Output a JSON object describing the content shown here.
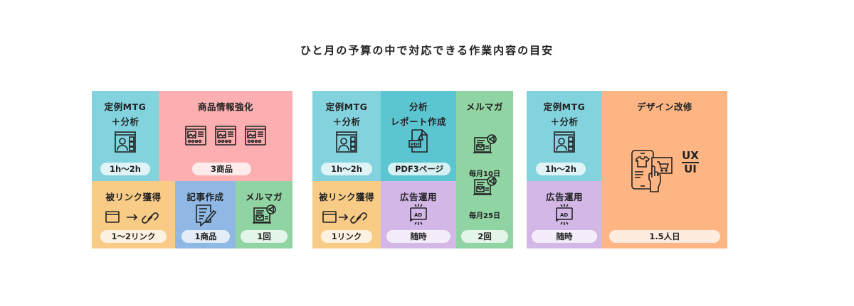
{
  "title": "ひと月の予算の中で対応できる作業内容の目安",
  "plans": [
    {
      "cells": [
        {
          "title": "定例MTG\n＋分析",
          "value": "1h〜2h",
          "icon": "video-call"
        },
        {
          "title": "商品情報強化",
          "value": "3商品",
          "icon": "web-page"
        },
        {
          "title": "被リンク獲得",
          "value": "1〜2リンク",
          "icon": "link"
        },
        {
          "title": "記事作成",
          "value": "1商品",
          "icon": "article"
        },
        {
          "title": "メルマガ",
          "value": "1回",
          "icon": "newsletter"
        }
      ]
    },
    {
      "cells": [
        {
          "title": "定例MTG\n＋分析",
          "value": "1h〜2h",
          "icon": "video-call"
        },
        {
          "title": "分析\nレポート作成",
          "value": "PDF3ページ",
          "icon": "pdf"
        },
        {
          "title": "メルマガ",
          "value": "2回",
          "icon": "newsletter",
          "schedule": [
            "毎月10日",
            "毎月25日"
          ]
        },
        {
          "title": "被リンク獲得",
          "value": "1リンク",
          "icon": "link"
        },
        {
          "title": "広告運用",
          "value": "随時",
          "icon": "ad"
        }
      ]
    },
    {
      "cells": [
        {
          "title": "定例MTG\n＋分析",
          "value": "1h〜2h",
          "icon": "video-call"
        },
        {
          "title": "デザイン改修",
          "value": "1.5人日",
          "icon": "design",
          "icon_text": [
            "UX",
            "UI"
          ]
        },
        {
          "title": "広告運用",
          "value": "随時",
          "icon": "ad"
        }
      ]
    }
  ],
  "colors": {
    "cyan": "#83d3df",
    "pink": "#fcafb1",
    "orange": "#f8cb87",
    "blue": "#8fb9e4",
    "green": "#91d4a3",
    "teal": "#5cc5d2",
    "purple": "#d3b7e7",
    "peach": "#fdb583"
  }
}
